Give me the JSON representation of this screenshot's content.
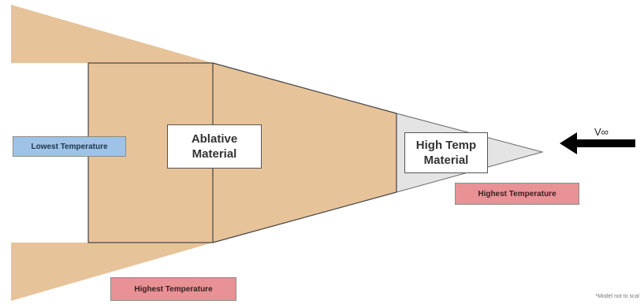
{
  "diagram": {
    "materials": {
      "ablative": "Ablative\nMaterial",
      "high_temp": "High Temp\nMaterial"
    },
    "temperature_tags": {
      "lowest": "Lowest Temperature",
      "highest_tip": "Highest Temperature",
      "highest_bottom": "Highest Temperature"
    },
    "flow": {
      "velocity_label": "V∞"
    },
    "footnote": "*Model not to scal",
    "colors": {
      "body_fill": "#e7c39a",
      "tip_fill": "#e4e4e4",
      "outline": "#444444",
      "lowest_tag": "#9fc3e6",
      "highest_tag": "#e89296",
      "arrow": "#000000"
    }
  }
}
